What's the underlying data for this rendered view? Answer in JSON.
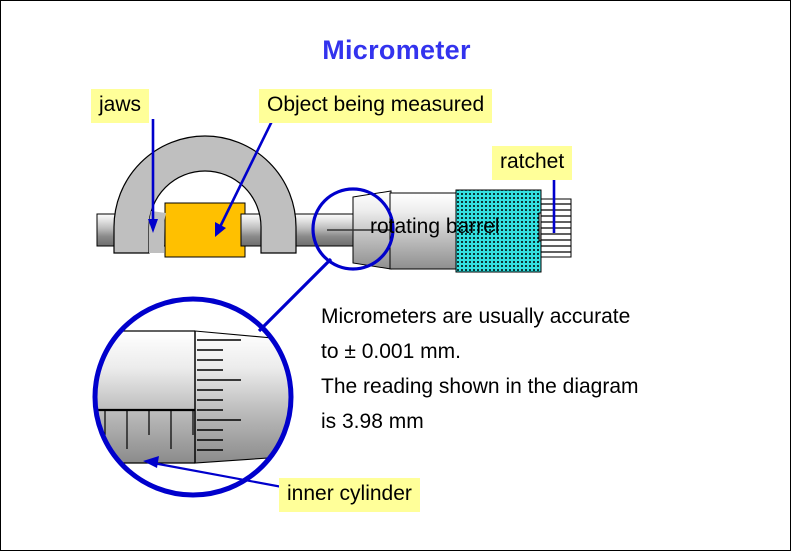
{
  "slide": {
    "title": "Micrometer",
    "title_color": "#3333EE",
    "background": "#FFFFFF",
    "border_color": "#000000"
  },
  "labels": {
    "jaws": "jaws",
    "object": "Object being measured",
    "ratchet": "ratchet",
    "rotating_barrel": "rotating barrel",
    "inner_cylinder": "inner cylinder",
    "highlight_color": "#FFFF99",
    "leader_color": "#0000CC"
  },
  "body_text": {
    "line1": "Micrometers are usually accurate",
    "line2": "to ± 0.001 mm.",
    "line3": "The reading shown in the diagram",
    "line4": "is 3.98 mm"
  },
  "measurement": {
    "accuracy": "± 0.001 mm",
    "reading": "3.98 mm"
  },
  "diagram": {
    "frame_color": "#BFBFBF",
    "object_color": "#FFC000",
    "barrel_color": "#33E0E0",
    "spindle_color_light": "#F2F2F2",
    "spindle_color_dark": "#7F7F7F",
    "magnifier_circle_color": "#0000CC",
    "outline_color": "#000000"
  }
}
